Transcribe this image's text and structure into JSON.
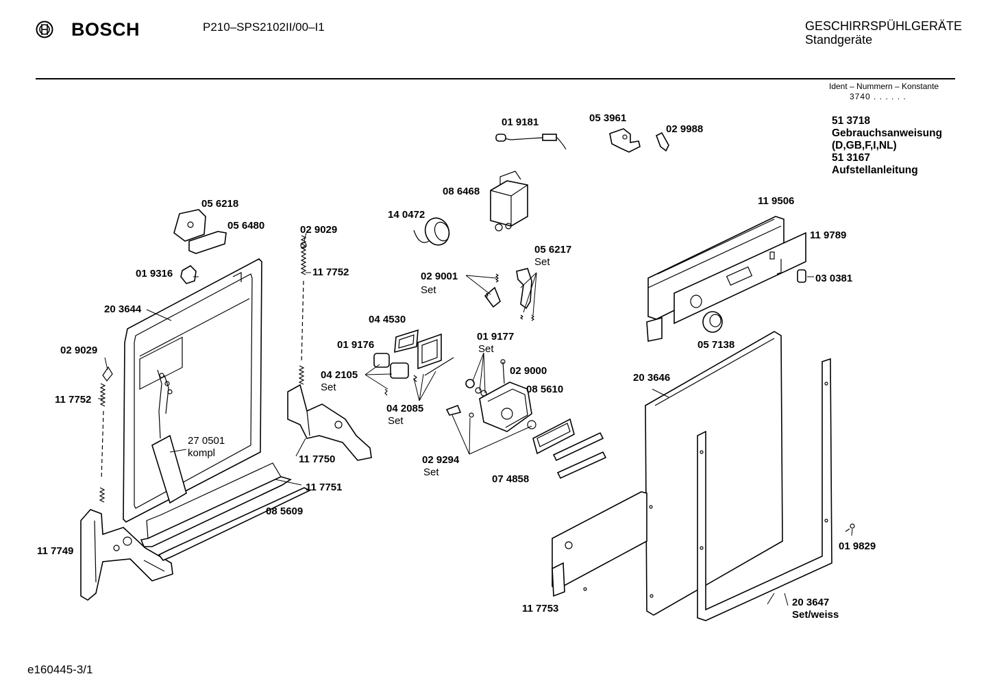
{
  "header": {
    "brand": "BOSCH",
    "model": "P210–SPS2102II/00–I1",
    "category_line1": "GESCHIRRSPÜHLGERÄTE",
    "category_line2": "Standgeräte",
    "ident_label": "Ident – Nummern – Konstante",
    "ident_code": "3740 . . . . . ."
  },
  "documents": [
    "51 3718",
    "Gebrauchsanweisung",
    "(D,GB,F,I,NL)",
    "51 3167",
    "Aufstellanleitung"
  ],
  "parts": {
    "p019181": "01 9181",
    "p053961": "05 3961",
    "p029988": "02 9988",
    "p086468": "08 6468",
    "p140472": "14 0472",
    "p056218": "05 6218",
    "p056480": "05 6480",
    "p029029a": "02 9029",
    "p117752a": "11 7752",
    "p019316": "01 9316",
    "p203644": "20 3644",
    "p029029b": "02 9029",
    "p117752b": "11 7752",
    "p270501": "27 0501",
    "p270501_note": "kompl",
    "p117749": "11 7749",
    "p117750": "11 7750",
    "p117751": "11 7751",
    "p085609": "08 5609",
    "p056217": "05 6217",
    "p056217_note": "Set",
    "p029001": "02 9001",
    "p029001_note": "Set",
    "p044530": "04 4530",
    "p019176": "01 9176",
    "p042105": "04 2105",
    "p042105_note": "Set",
    "p042085": "04 2085",
    "p042085_note": "Set",
    "p019177": "01 9177",
    "p019177_note": "Set",
    "p029000": "02 9000",
    "p085610": "08 5610",
    "p029294": "02 9294",
    "p029294_note": "Set",
    "p074858": "07 4858",
    "p119506": "11 9506",
    "p119789": "11 9789",
    "p030381": "03 0381",
    "p057138": "05 7138",
    "p203646": "20 3646",
    "p019829": "01 9829",
    "p117753": "11 7753",
    "p203647": "20 3647",
    "p203647_note": "Set/weiss"
  },
  "footer": "e160445-3/1"
}
